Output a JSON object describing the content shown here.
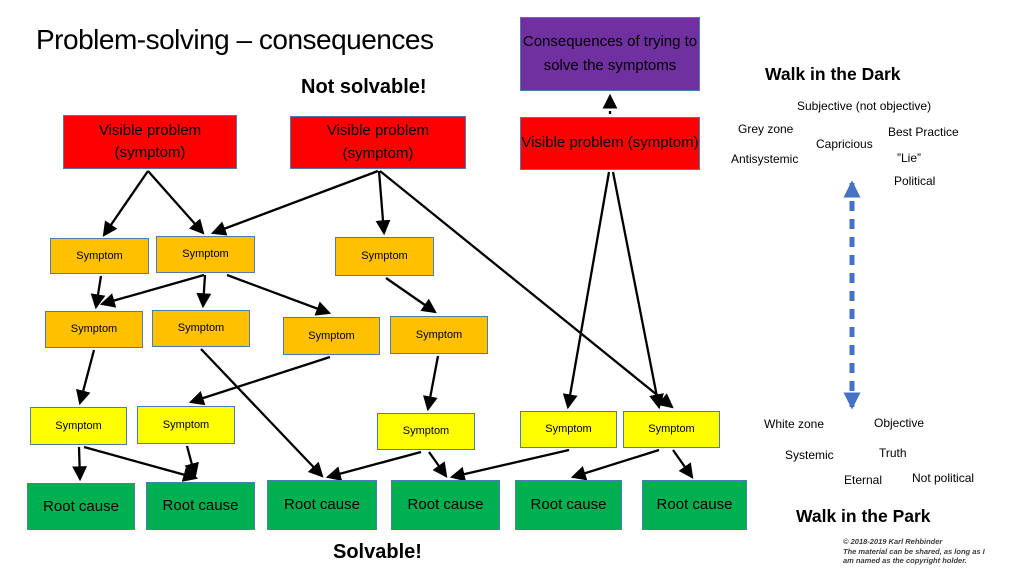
{
  "title": "Problem-solving – consequences",
  "labels": {
    "not_solvable": "Not solvable!",
    "solvable": "Solvable!"
  },
  "boxes": {
    "purple": {
      "label": "Consequences of trying to solve the symptoms"
    },
    "red": [
      {
        "label": "Visible problem (symptom)"
      },
      {
        "label": "Visible problem (symptom)"
      },
      {
        "label": "Visible problem (symptom)"
      }
    ],
    "orange": [
      {
        "label": "Symptom"
      },
      {
        "label": "Symptom"
      },
      {
        "label": "Symptom"
      },
      {
        "label": "Symptom"
      },
      {
        "label": "Symptom"
      },
      {
        "label": "Symptom"
      },
      {
        "label": "Symptom"
      }
    ],
    "yellow": [
      {
        "label": "Symptom"
      },
      {
        "label": "Symptom"
      },
      {
        "label": "Symptom"
      },
      {
        "label": "Symptom"
      },
      {
        "label": "Symptom"
      }
    ],
    "green": [
      {
        "label": "Root cause"
      },
      {
        "label": "Root cause"
      },
      {
        "label": "Root cause"
      },
      {
        "label": "Root cause"
      },
      {
        "label": "Root cause"
      },
      {
        "label": "Root cause"
      }
    ]
  },
  "right_panel": {
    "dark_title": "Walk in the Dark",
    "dark_items": {
      "subjective": "Subjective (not objective)",
      "grey_zone": "Grey zone",
      "capricious": "Capricious",
      "best_practice": "Best Practice",
      "antisystemic": "Antisystemic",
      "lie": "”Lie”",
      "political": "Political"
    },
    "park_title": "Walk in the Park",
    "park_items": {
      "white_zone": "White zone",
      "objective": "Objective",
      "systemic": "Systemic",
      "truth": "Truth",
      "eternal": "Eternal",
      "not_political": "Not political"
    },
    "copyright": [
      "© 2018-2019 Karl Rehbinder",
      "The material can be shared, as long as I",
      "am named as the copyright holder."
    ]
  },
  "colors": {
    "red_box": "#FE0000",
    "orange_box": "#FFC000",
    "yellow_box": "#FFFF00",
    "green_box": "#00B050",
    "purple_box": "#7030A0",
    "box_border": "#4E7AB5",
    "arrow": "#000000",
    "blue_arrow": "#4472C4"
  }
}
